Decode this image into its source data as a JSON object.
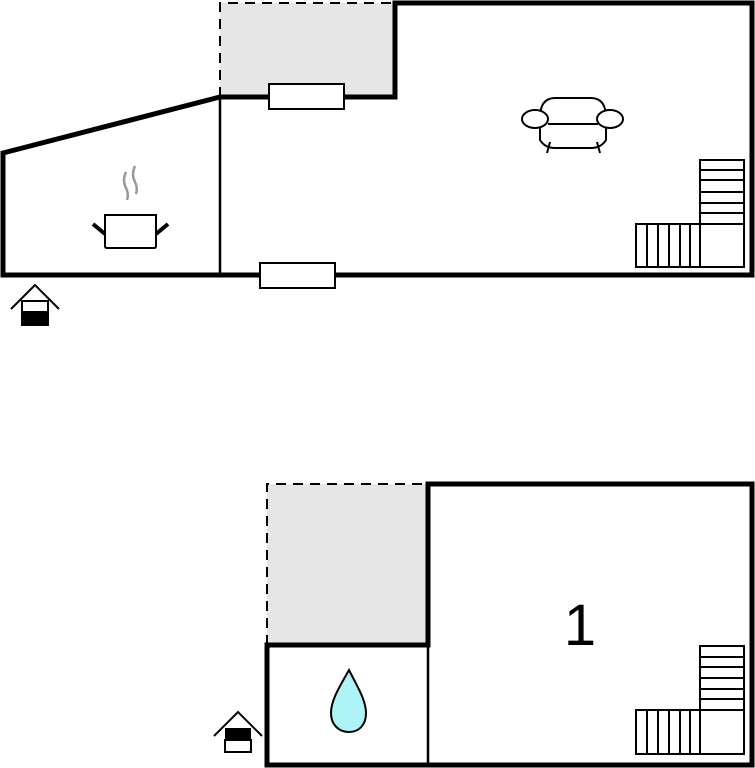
{
  "floor_plan": {
    "ground_floor": {
      "rooms": [
        "kitchen",
        "living-room"
      ],
      "icons": [
        "entrance-icon",
        "cooking-pot-icon",
        "sofa-icon",
        "staircase-icon"
      ]
    },
    "upper_floor": {
      "bedroom_number": "1",
      "icons": [
        "entrance-icon",
        "water-drop-icon",
        "staircase-icon"
      ]
    },
    "colors": {
      "wall": "#000000",
      "terrace": "#e6e6e6",
      "water": "#aef4f6",
      "steam": "#999999"
    }
  }
}
